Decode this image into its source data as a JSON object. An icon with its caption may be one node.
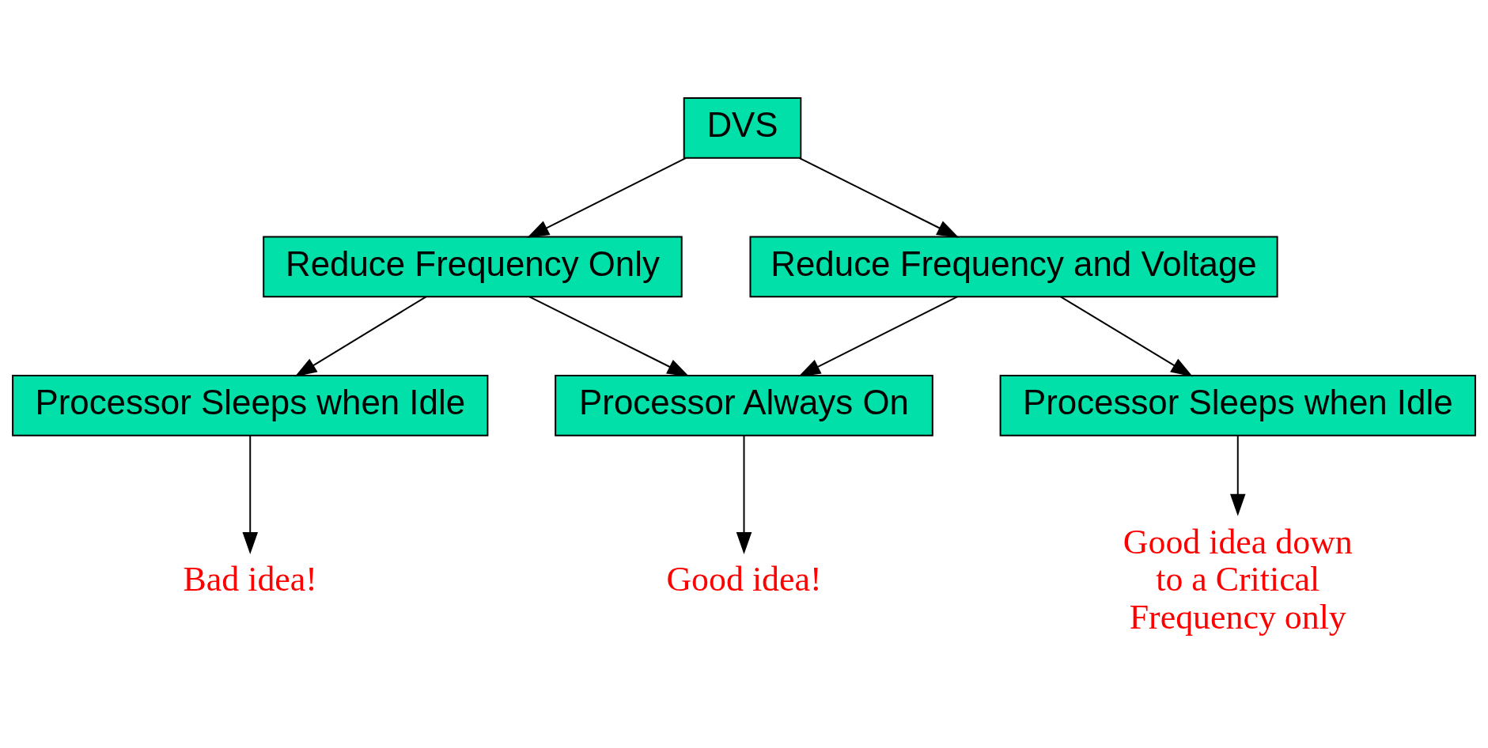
{
  "diagram": {
    "nodes": [
      {
        "text": [
          "DVS"
        ]
      },
      {
        "text": [
          "Reduce Frequency Only"
        ]
      },
      {
        "text": [
          "Reduce Frequency and Voltage"
        ]
      },
      {
        "text": [
          "Processor Sleeps when Idle"
        ]
      },
      {
        "text": [
          "Processor Always On"
        ]
      },
      {
        "text": [
          "Processor Sleeps when Idle"
        ]
      },
      {
        "text": [
          "Bad idea!"
        ]
      },
      {
        "text": [
          "Good idea!"
        ]
      },
      {
        "text": [
          "Good idea down to a Critical Frequency only"
        ]
      }
    ],
    "edges": [
      {
        "from": 0,
        "to": 1,
        "arrow": "to"
      },
      {
        "from": 0,
        "to": 2,
        "arrow": "to"
      },
      {
        "from": 1,
        "to": 3,
        "arrow": "to"
      },
      {
        "from": 1,
        "to": 4,
        "arrow": "to"
      },
      {
        "from": 2,
        "to": 4,
        "arrow": "to"
      },
      {
        "from": 2,
        "to": 5,
        "arrow": "to"
      },
      {
        "from": 3,
        "to": 6,
        "arrow": "to"
      },
      {
        "from": 4,
        "to": 7,
        "arrow": "to"
      },
      {
        "from": 5,
        "to": 8,
        "arrow": "to"
      }
    ]
  }
}
